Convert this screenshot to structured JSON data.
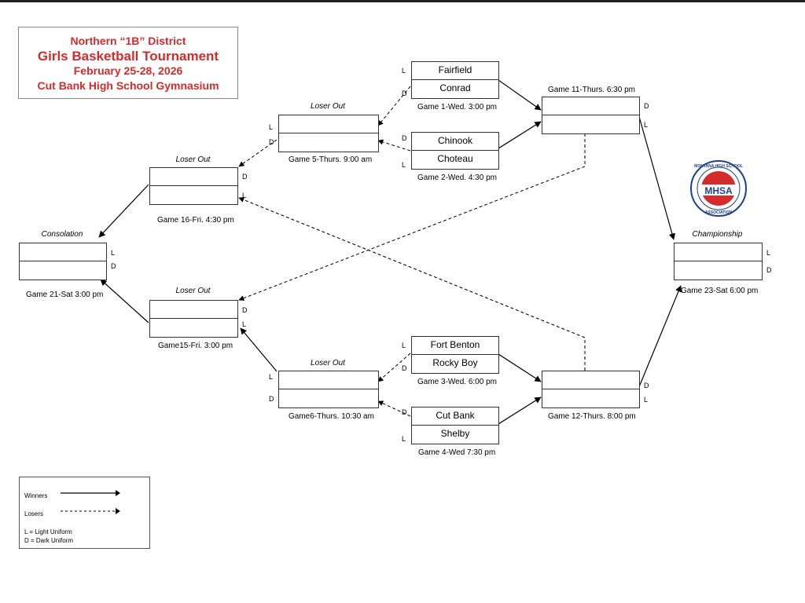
{
  "header": {
    "line1": "Northern “1B” District",
    "line2": "Girls Basketball Tournament",
    "line3": "February 25-28, 2026",
    "line4": "Cut Bank High School Gymnasium"
  },
  "labels": {
    "loser_out": "Loser Out",
    "consolation": "Consolation",
    "championship": "Championship",
    "L": "L",
    "D": "D"
  },
  "games": {
    "g1": {
      "top": "Fairfield",
      "bottom": "Conrad",
      "caption": "Game 1-Wed. 3:00 pm"
    },
    "g2": {
      "top": "Chinook",
      "bottom": "Choteau",
      "caption": "Game 2-Wed. 4:30 pm"
    },
    "g3": {
      "top": "Fort Benton",
      "bottom": "Rocky Boy",
      "caption": "Game 3-Wed. 6:00 pm"
    },
    "g4": {
      "top": "Cut Bank",
      "bottom": "Shelby",
      "caption": "Game 4-Wed 7:30 pm"
    },
    "g5": {
      "caption": "Game 5-Thurs. 9:00 am"
    },
    "g6": {
      "caption": "Game6-Thurs. 10:30 am"
    },
    "g11": {
      "caption": "Game 11-Thurs. 6:30 pm"
    },
    "g12": {
      "caption": "Game 12-Thurs. 8:00 pm"
    },
    "g15": {
      "caption": "Game15-Fri. 3:00 pm"
    },
    "g16": {
      "caption": "Game 16-Fri. 4:30 pm"
    },
    "g21": {
      "caption": "Game 21-Sat 3:00 pm"
    },
    "g23": {
      "caption": "Game 23-Sat 6:00 pm"
    }
  },
  "legend": {
    "winners": "Winners",
    "losers": "Losers",
    "light": "L = Light Uniform",
    "dark": "D = Dark Uniform"
  },
  "logo": {
    "arc_text": "MONTANA HIGH SCHOOL",
    "center": "MHSA",
    "bottom_text": "ASSOCIATION",
    "colors": {
      "red": "#d42b2b",
      "blue": "#1f3f8f"
    }
  }
}
